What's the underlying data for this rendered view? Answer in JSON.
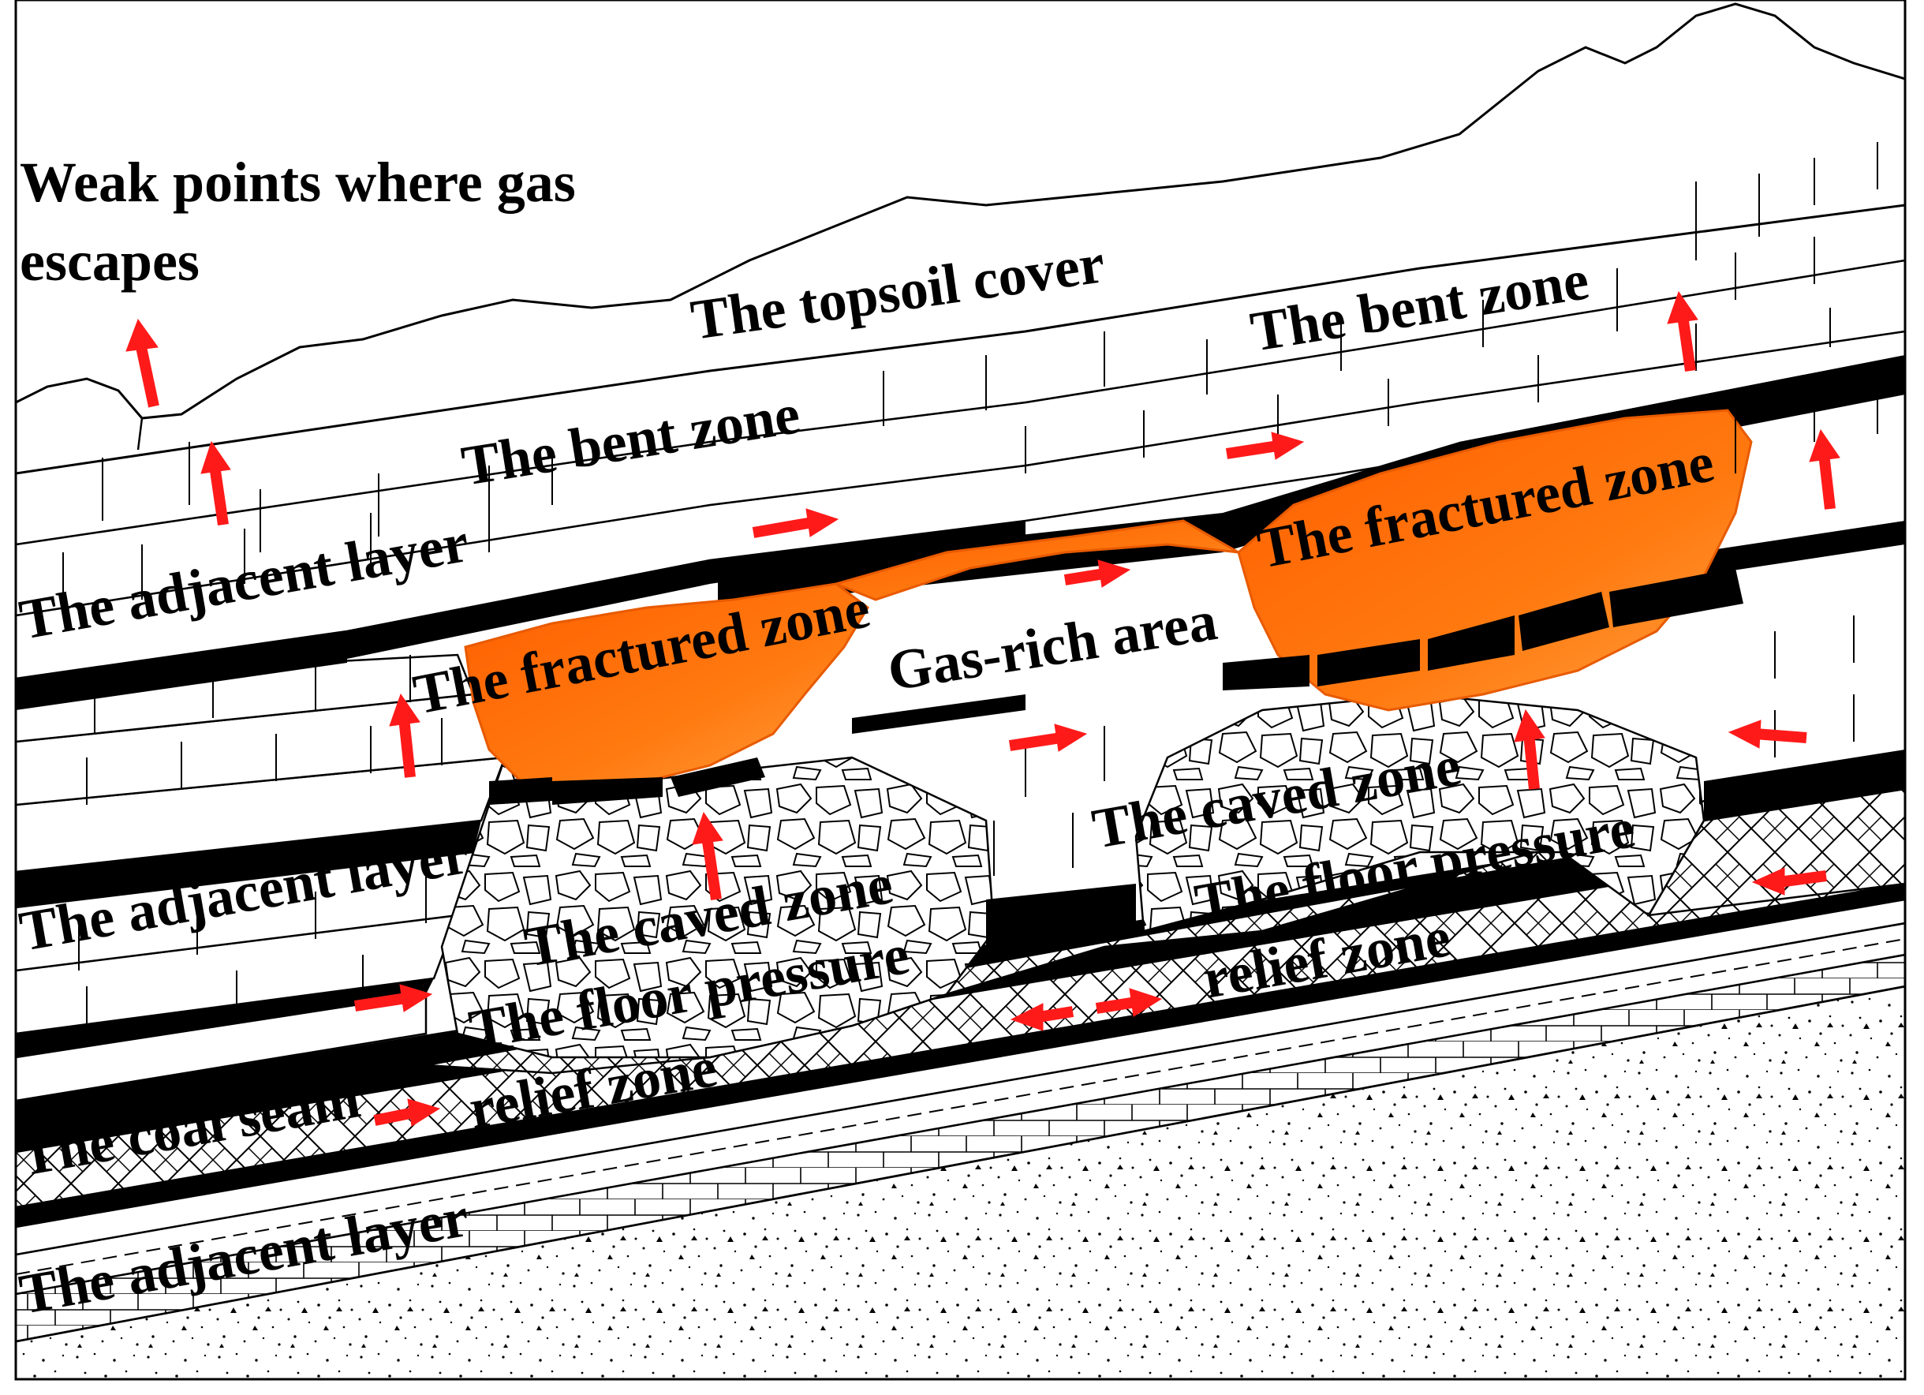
{
  "title": {
    "line1": "Weak points where gas",
    "line2": "escapes"
  },
  "labels": {
    "topsoil_cover": "The topsoil cover",
    "bent_zone_right": "The bent zone",
    "bent_zone_left": "The bent zone",
    "adjacent_layer_top": "The adjacent layer",
    "fractured_zone_right": "The fractured zone",
    "fractured_zone_left": "The fractured zone",
    "gas_rich_area": "Gas-rich area",
    "caved_zone_right": "The caved zone",
    "adjacent_layer_mid": "The adjacent layer",
    "floor_pressure_right_1": "The floor pressure",
    "floor_pressure_right_2": "relief zone",
    "caved_zone_left": "The caved zone",
    "floor_pressure_left_1": "The floor pressure",
    "floor_pressure_left_2": "relief zone",
    "coal_seam": "The coal seam",
    "adjacent_layer_bottom": "The adjacent layer"
  },
  "colors": {
    "fractured_zone_fill": "#ff7a10",
    "fractured_zone_edge": "#e85a00",
    "arrow": "#ff1a1a",
    "coal": "#000000",
    "outline": "#000000"
  },
  "icons": {
    "arrow": "red-arrow-icon",
    "rubble": "rock-rubble-pattern",
    "herringbone": "herringbone-pattern",
    "sand": "speckle-pattern"
  }
}
